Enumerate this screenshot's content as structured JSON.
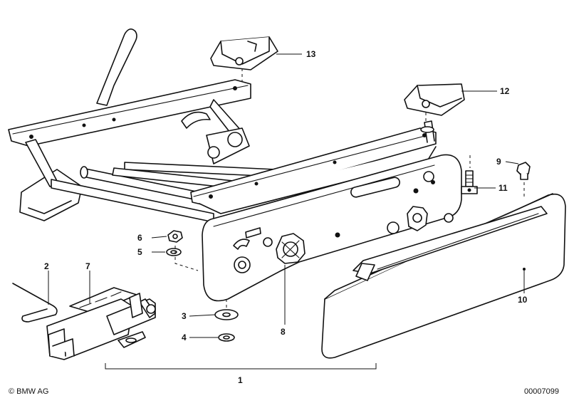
{
  "callouts": {
    "c1": "1",
    "c2": "2",
    "c3": "3",
    "c4": "4",
    "c5": "5",
    "c6": "6",
    "c7": "7",
    "c8": "8",
    "c9": "9",
    "c10": "10",
    "c11": "11",
    "c12": "12",
    "c13": "13"
  },
  "footer": {
    "brand": "© BMW AG",
    "drawing_number": "00007099"
  }
}
